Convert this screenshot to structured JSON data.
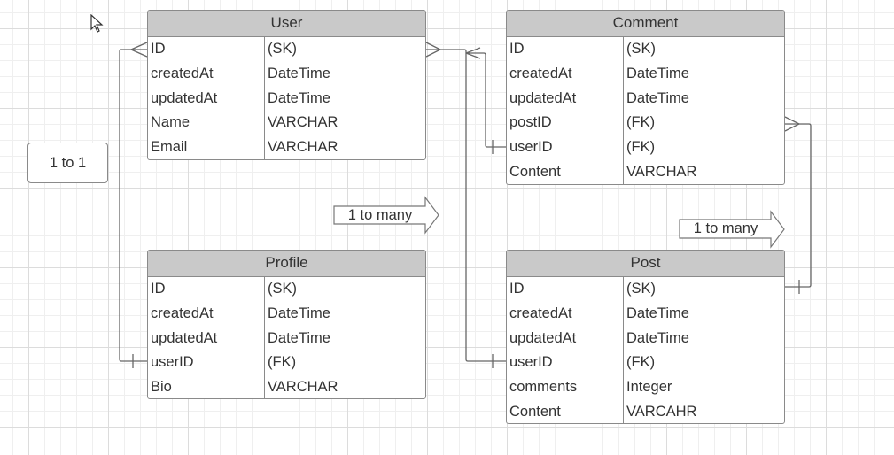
{
  "entities": {
    "user": {
      "title": "User",
      "rows": [
        {
          "field": "ID",
          "type": "(SK)"
        },
        {
          "field": "createdAt",
          "type": "DateTime"
        },
        {
          "field": "updatedAt",
          "type": "DateTime"
        },
        {
          "field": "Name",
          "type": "VARCHAR"
        },
        {
          "field": "Email",
          "type": "VARCHAR"
        }
      ]
    },
    "comment": {
      "title": "Comment",
      "rows": [
        {
          "field": "ID",
          "type": "(SK)"
        },
        {
          "field": "createdAt",
          "type": "DateTime"
        },
        {
          "field": "updatedAt",
          "type": "DateTime"
        },
        {
          "field": "postID",
          "type": "(FK)"
        },
        {
          "field": "userID",
          "type": "(FK)"
        },
        {
          "field": "Content",
          "type": "VARCHAR"
        }
      ]
    },
    "profile": {
      "title": "Profile",
      "rows": [
        {
          "field": "ID",
          "type": "(SK)"
        },
        {
          "field": "createdAt",
          "type": "DateTime"
        },
        {
          "field": "updatedAt",
          "type": "DateTime"
        },
        {
          "field": "userID",
          "type": "(FK)"
        },
        {
          "field": "Bio",
          "type": "VARCHAR"
        }
      ]
    },
    "post": {
      "title": "Post",
      "rows": [
        {
          "field": "ID",
          "type": "(SK)"
        },
        {
          "field": "createdAt",
          "type": "DateTime"
        },
        {
          "field": "updatedAt",
          "type": "DateTime"
        },
        {
          "field": "userID",
          "type": "(FK)"
        },
        {
          "field": "comments",
          "type": "Integer"
        },
        {
          "field": "Content",
          "type": "VARCAHR"
        }
      ]
    }
  },
  "labels": {
    "one_to_one": "1 to 1",
    "one_to_many_a": "1 to many",
    "one_to_many_b": "1 to many"
  }
}
